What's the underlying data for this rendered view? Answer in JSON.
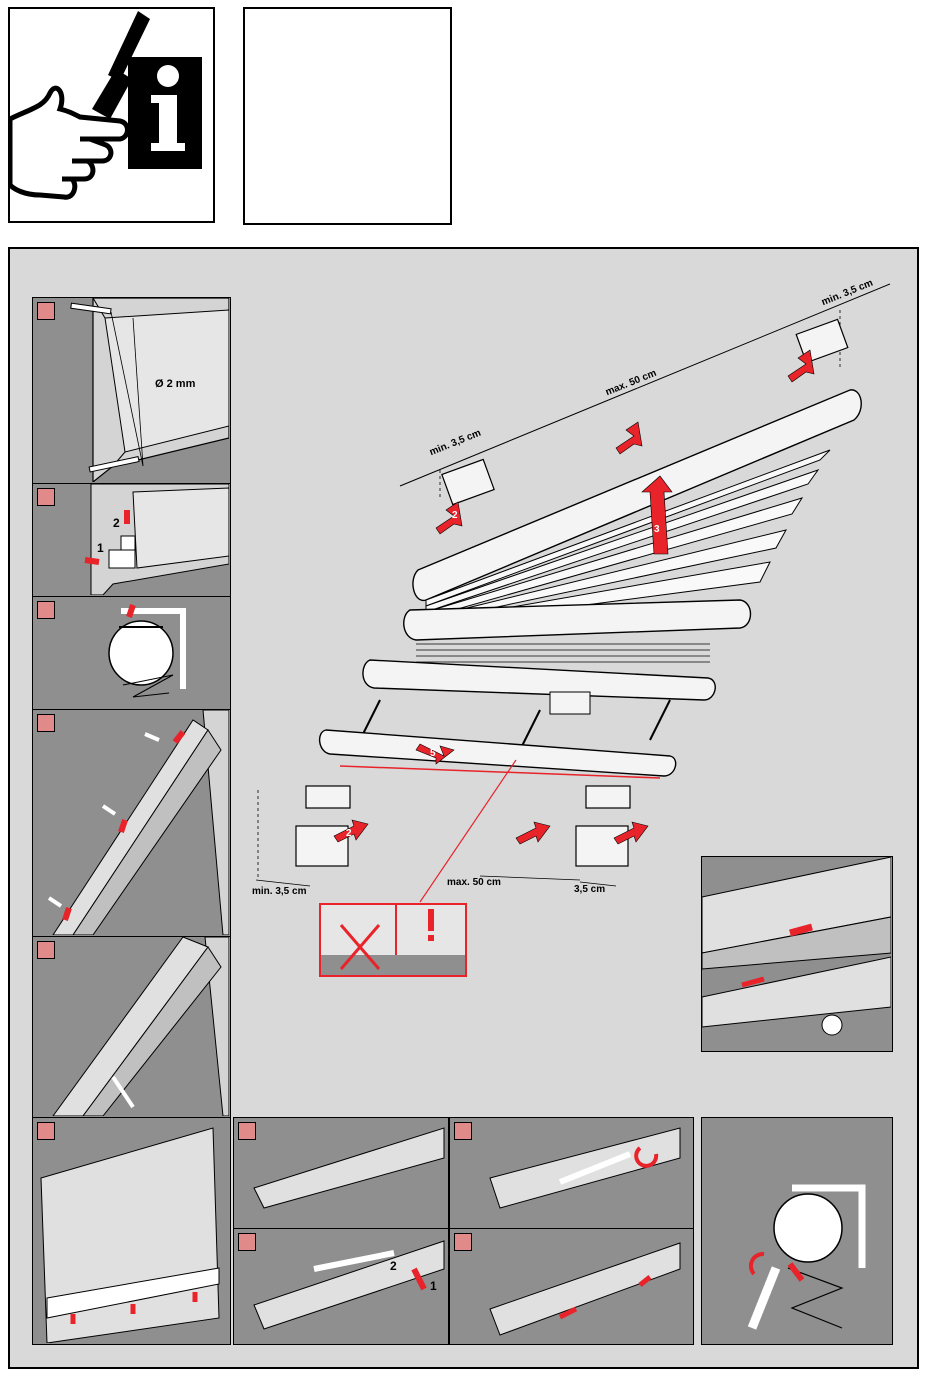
{
  "info_box": {
    "icon": "info-hand-screwdriver-icon",
    "notes_box_text": ""
  },
  "main_diagram": {
    "labels": {
      "min_left_top": "min. 3,5 cm",
      "max_top": "max. 50 cm",
      "min_right_top": "min. 3,5 cm",
      "min_left_bottom": "min. 3,5 cm",
      "max_bottom": "max. 50 cm",
      "right_bottom": "3,5 cm",
      "drill_diameter": "Ø 2 mm"
    },
    "arrow_numbers": {
      "bracket_top": "2",
      "raise_blind": "3",
      "lower_rail": "5",
      "bracket_bottom": "2"
    },
    "warning_icons": [
      "wrong-cross-icon",
      "caution-exclamation-icon"
    ]
  },
  "steps": {
    "step2_numbers": [
      "1",
      "2"
    ],
    "step_last_numbers": [
      "2",
      "1"
    ]
  },
  "colors": {
    "accent_red": "#e8232a",
    "badge_pink": "#e08a8a",
    "panel_gray": "#8f8f8f",
    "frame_light": "#d4d4d4",
    "bg_gray": "#d9d9d9"
  }
}
